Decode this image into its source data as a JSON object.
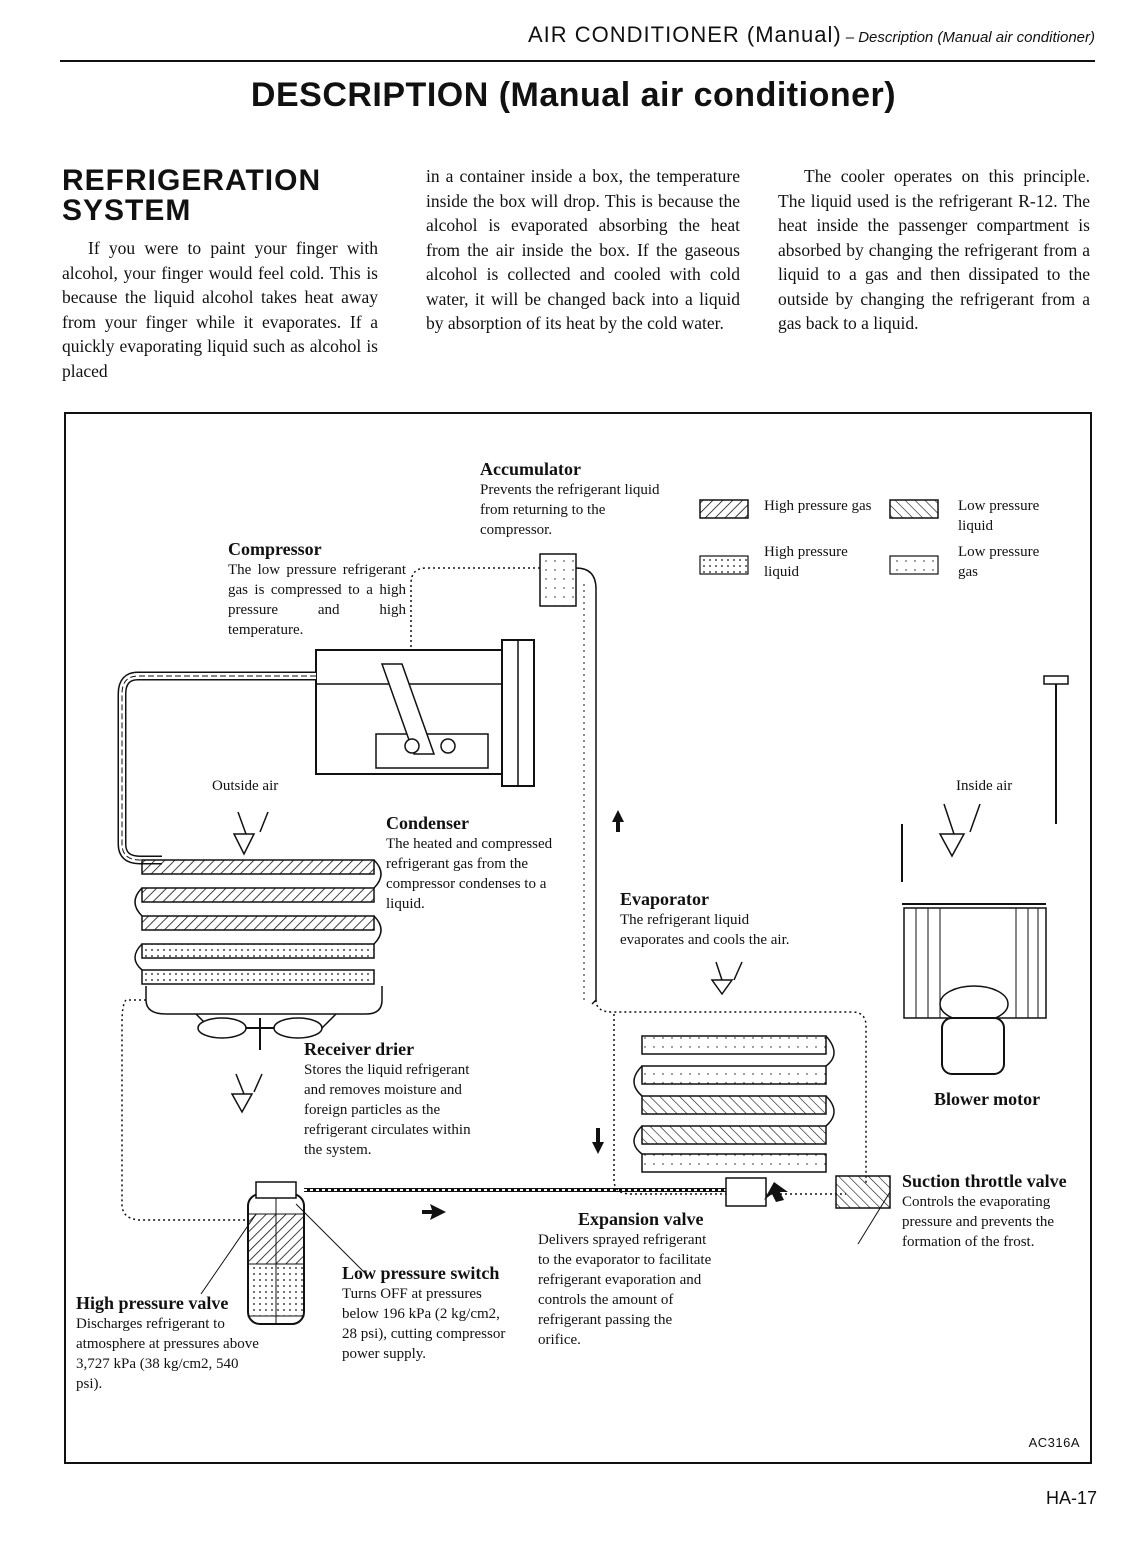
{
  "header": {
    "main": "AIR CONDITIONER (Manual)",
    "sub": "– Description (Manual air conditioner)"
  },
  "title": "DESCRIPTION (Manual air conditioner)",
  "section": {
    "heading_line1": "REFRIGERATION",
    "heading_line2": "SYSTEM",
    "col1": "If you were to paint your finger with alcohol, your finger would feel cold. This is because the liquid alcohol takes heat away from your finger while it evaporates. If a quickly evaporating liquid such as alcohol is placed",
    "col2": "in a container inside a box, the temperature inside the box will drop. This is because the alcohol is evaporated absorbing the heat from the air inside the box. If the gaseous alcohol is collected and cooled with cold water, it will be changed back into a liquid by absorption of its heat by the cold water.",
    "col3": "The cooler operates on this principle. The liquid used is the refrigerant R-12. The heat inside the passenger compartment is absorbed by changing the refrigerant from a liquid to a gas and then dissipated to the outside by changing the refrigerant from a gas back to a liquid."
  },
  "legend": {
    "high_pressure_gas": "High pressure gas",
    "low_pressure_liquid": "Low pressure liquid",
    "high_pressure_liquid": "High pressure liquid",
    "low_pressure_gas": "Low pressure gas"
  },
  "components": {
    "accumulator": {
      "title": "Accumulator",
      "desc": "Prevents the refrigerant liquid from returning to the compressor."
    },
    "compressor": {
      "title": "Compressor",
      "desc": "The low pressure refrigerant gas is compressed to a high pressure and high temperature."
    },
    "condenser": {
      "title": "Condenser",
      "desc": "The heated and compressed refrigerant gas from the compressor condenses to a liquid."
    },
    "evaporator": {
      "title": "Evaporator",
      "desc": "The refrigerant liquid evaporates and cools the air."
    },
    "receiver_drier": {
      "title": "Receiver drier",
      "desc": "Stores the liquid refrigerant and removes moisture and foreign particles as the refrigerant circulates within the system."
    },
    "blower_motor": {
      "title": "Blower motor"
    },
    "suction_throttle_valve": {
      "title": "Suction throttle valve",
      "desc": "Controls the evaporating pressure and prevents the formation of the frost."
    },
    "expansion_valve": {
      "title": "Expansion valve",
      "desc": "Delivers sprayed refrigerant to the evaporator to facilitate refrigerant evaporation and controls the amount of refrigerant passing the orifice."
    },
    "low_pressure_switch": {
      "title": "Low pressure switch",
      "desc": "Turns OFF at pressures below 196 kPa (2 kg/cm2, 28 psi), cutting compressor power supply."
    },
    "high_pressure_valve": {
      "title": "High pressure valve",
      "desc": "Discharges refrigerant to atmosphere at pressures above 3,727 kPa (38 kg/cm2, 540 psi)."
    }
  },
  "air_labels": {
    "outside": "Outside air",
    "inside": "Inside air"
  },
  "figure_id": "AC316A",
  "page_number": "HA-17"
}
